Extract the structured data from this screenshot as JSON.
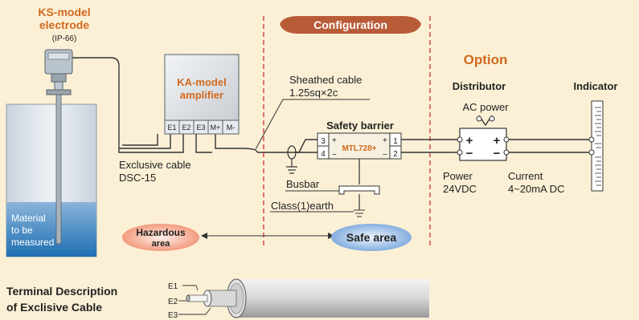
{
  "electrode": {
    "title_line1": "KS-model",
    "title_line2": "electrode",
    "rating": "(IP-66)"
  },
  "tank": {
    "material_line1": "Material",
    "material_line2": "to be",
    "material_line3": "measured"
  },
  "amplifier": {
    "title_line1": "KA-model",
    "title_line2": "amplifier",
    "terminals": [
      "E1",
      "E2",
      "E3",
      "M+",
      "M-"
    ]
  },
  "exclusive_cable": {
    "line1": "Exclusive cable",
    "line2": "DSC-15"
  },
  "sheathed_cable": {
    "line1": "Sheathed cable",
    "line2": "1.25sq×2c"
  },
  "configuration_label": "Configuration",
  "safety_barrier": {
    "title": "Safety barrier",
    "model": "MTL728+",
    "left_terminals": [
      "3",
      "4"
    ],
    "right_terminals": [
      "1",
      "2"
    ]
  },
  "busbar_label": "Busbar",
  "earth_label": "Class(1)earth",
  "option": {
    "title": "Option",
    "distributor_label": "Distributor",
    "indicator_label": "Indicator",
    "ac_power_label": "AC power",
    "power_line1": "Power",
    "power_line2": "24VDC",
    "current_line1": "Current",
    "current_line2": "4~20mA DC"
  },
  "areas": {
    "hazardous_line1": "Hazardous",
    "hazardous_line2": "area",
    "safe": "Safe area"
  },
  "terminal_description": {
    "line1": "Terminal Description",
    "line2": "of Exclisive Cable",
    "wires": [
      "E1",
      "E2",
      "E3"
    ]
  },
  "colors": {
    "background": "#fbf0d6",
    "accent_orange": "#d2691e",
    "configuration_pill": "#b85c38",
    "dashed_red": "#cc2222"
  }
}
